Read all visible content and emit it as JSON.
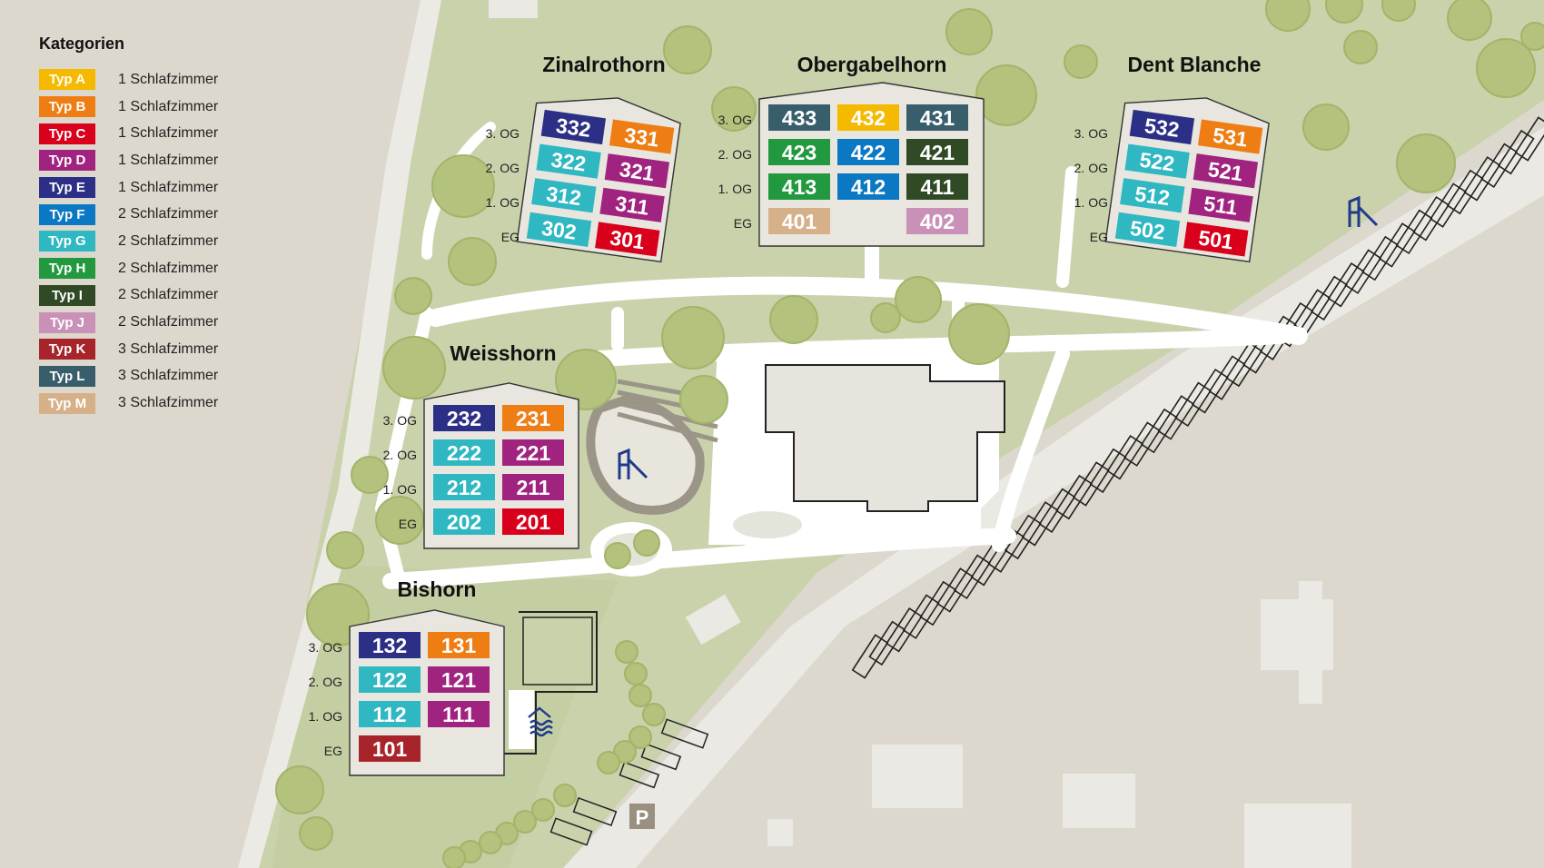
{
  "legend": {
    "title": "Kategorien",
    "items": [
      {
        "type": "Typ A",
        "rooms": "1 Schlafzimmer",
        "color": "#f5b900"
      },
      {
        "type": "Typ B",
        "rooms": "1 Schlafzimmer",
        "color": "#ee7d14"
      },
      {
        "type": "Typ C",
        "rooms": "1 Schlafzimmer",
        "color": "#d9001b"
      },
      {
        "type": "Typ D",
        "rooms": "1 Schlafzimmer",
        "color": "#a0237f"
      },
      {
        "type": "Typ E",
        "rooms": "1 Schlafzimmer",
        "color": "#2c2f86"
      },
      {
        "type": "Typ F",
        "rooms": "2 Schlafzimmer",
        "color": "#0a78c3"
      },
      {
        "type": "Typ G",
        "rooms": "2 Schlafzimmer",
        "color": "#2fb7c2"
      },
      {
        "type": "Typ H",
        "rooms": "2 Schlafzimmer",
        "color": "#22993e"
      },
      {
        "type": "Typ I",
        "rooms": "2 Schlafzimmer",
        "color": "#2f4a25"
      },
      {
        "type": "Typ J",
        "rooms": "2 Schlafzimmer",
        "color": "#c991b8"
      },
      {
        "type": "Typ K",
        "rooms": "3 Schlafzimmer",
        "color": "#a8242b"
      },
      {
        "type": "Typ L",
        "rooms": "3 Schlafzimmer",
        "color": "#385e6c"
      },
      {
        "type": "Typ M",
        "rooms": "3 Schlafzimmer",
        "color": "#d6b088"
      }
    ]
  },
  "floors": [
    "3. OG",
    "2. OG",
    "1. OG",
    "EG"
  ],
  "buildings": [
    {
      "name": "Zinalrothorn",
      "units": [
        {
          "num": "332",
          "type": "Typ E"
        },
        {
          "num": "331",
          "type": "Typ B"
        },
        {
          "num": "322",
          "type": "Typ G"
        },
        {
          "num": "321",
          "type": "Typ D"
        },
        {
          "num": "312",
          "type": "Typ G"
        },
        {
          "num": "311",
          "type": "Typ D"
        },
        {
          "num": "302",
          "type": "Typ G"
        },
        {
          "num": "301",
          "type": "Typ C"
        }
      ]
    },
    {
      "name": "Obergabelhorn",
      "units": [
        {
          "num": "433",
          "type": "Typ L"
        },
        {
          "num": "432",
          "type": "Typ A"
        },
        {
          "num": "431",
          "type": "Typ L"
        },
        {
          "num": "423",
          "type": "Typ H"
        },
        {
          "num": "422",
          "type": "Typ F"
        },
        {
          "num": "421",
          "type": "Typ I"
        },
        {
          "num": "413",
          "type": "Typ H"
        },
        {
          "num": "412",
          "type": "Typ F"
        },
        {
          "num": "411",
          "type": "Typ I"
        },
        {
          "num": "401",
          "type": "Typ M"
        },
        {
          "num": "402",
          "type": "Typ J"
        }
      ]
    },
    {
      "name": "Dent Blanche",
      "units": [
        {
          "num": "532",
          "type": "Typ E"
        },
        {
          "num": "531",
          "type": "Typ B"
        },
        {
          "num": "522",
          "type": "Typ G"
        },
        {
          "num": "521",
          "type": "Typ D"
        },
        {
          "num": "512",
          "type": "Typ G"
        },
        {
          "num": "511",
          "type": "Typ D"
        },
        {
          "num": "502",
          "type": "Typ G"
        },
        {
          "num": "501",
          "type": "Typ C"
        }
      ]
    },
    {
      "name": "Weisshorn",
      "units": [
        {
          "num": "232",
          "type": "Typ E"
        },
        {
          "num": "231",
          "type": "Typ B"
        },
        {
          "num": "222",
          "type": "Typ G"
        },
        {
          "num": "221",
          "type": "Typ D"
        },
        {
          "num": "212",
          "type": "Typ G"
        },
        {
          "num": "211",
          "type": "Typ D"
        },
        {
          "num": "202",
          "type": "Typ G"
        },
        {
          "num": "201",
          "type": "Typ C"
        }
      ]
    },
    {
      "name": "Bishorn",
      "units": [
        {
          "num": "132",
          "type": "Typ E"
        },
        {
          "num": "131",
          "type": "Typ B"
        },
        {
          "num": "122",
          "type": "Typ G"
        },
        {
          "num": "121",
          "type": "Typ D"
        },
        {
          "num": "112",
          "type": "Typ G"
        },
        {
          "num": "111",
          "type": "Typ D"
        },
        {
          "num": "101",
          "type": "Typ K"
        }
      ]
    }
  ],
  "icons": {
    "playground": "playground-icon",
    "pool": "swimming-pool-icon",
    "parking": "P"
  },
  "colors": {
    "background": "#dcd8cd",
    "park": "#c6cfa8",
    "paths": "#ffffff",
    "trees": "#b4c47e",
    "icons": "#1f3a8a"
  }
}
